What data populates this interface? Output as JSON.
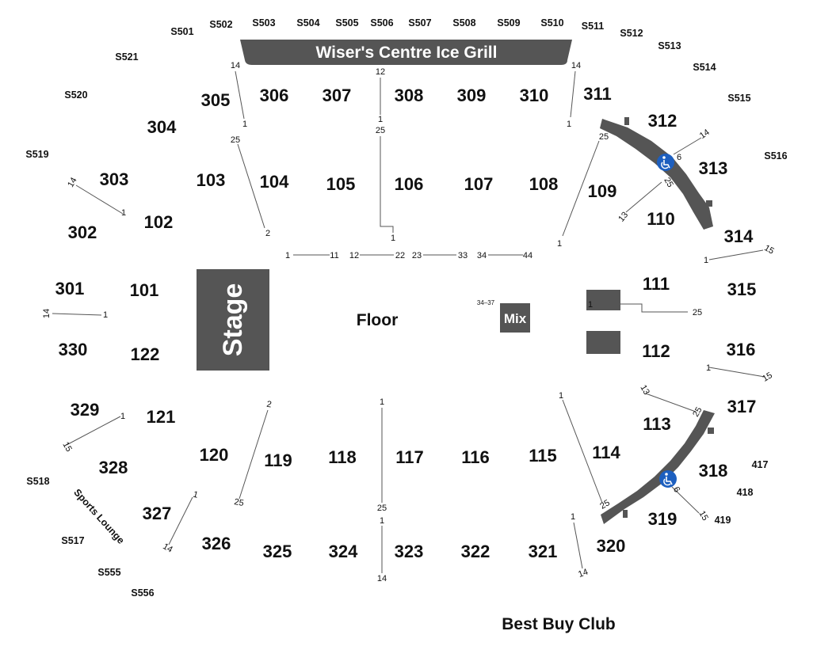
{
  "venue_labels": {
    "grill": "Wiser's Centre Ice Grill",
    "stage": "Stage",
    "floor": "Floor",
    "mix": "Mix",
    "sports_lounge": "Sports Lounge",
    "best_buy_club": "Best Buy Club"
  },
  "colors": {
    "structure": "#555555",
    "text": "#111111",
    "accessible_badge": "#1d5fbf",
    "background": "#ffffff"
  },
  "suites": [
    "S501",
    "S502",
    "S503",
    "S504",
    "S505",
    "S506",
    "S507",
    "S508",
    "S509",
    "S510",
    "S511",
    "S512",
    "S513",
    "S514",
    "S515",
    "S516",
    "S517",
    "S518",
    "S519",
    "S520",
    "S521",
    "S555",
    "S556"
  ],
  "sections_100": [
    "101",
    "102",
    "103",
    "104",
    "105",
    "106",
    "107",
    "108",
    "109",
    "110",
    "111",
    "112",
    "113",
    "114",
    "115",
    "116",
    "117",
    "118",
    "119",
    "120",
    "121",
    "122"
  ],
  "sections_300": [
    "301",
    "302",
    "303",
    "304",
    "305",
    "306",
    "307",
    "308",
    "309",
    "310",
    "311",
    "312",
    "313",
    "314",
    "315",
    "316",
    "317",
    "318",
    "319",
    "320",
    "321",
    "322",
    "323",
    "324",
    "325",
    "326",
    "327",
    "328",
    "329",
    "330"
  ],
  "sections_400": [
    "417",
    "418",
    "419"
  ],
  "row_labels": {
    "r305_14": "14",
    "r305_1": "1",
    "r104_25": "25",
    "r104_2": "2",
    "top_12": "12",
    "mid_1": "1",
    "mid_25": "25",
    "mid_1b": "1",
    "floor_1": "1",
    "floor_11": "11",
    "floor_12": "12",
    "floor_22": "22",
    "floor_23": "23",
    "floor_33": "33",
    "floor_34": "34",
    "floor_44": "44",
    "r311_14": "14",
    "r311_1": "1",
    "r109_25": "25",
    "r109_1": "1",
    "r313_14": "14",
    "r313_6": "6",
    "r110_25": "25",
    "r110_13": "13",
    "r314_1": "1",
    "r314_15": "15",
    "r303_14": "14",
    "r303_1": "1",
    "r301_14": "14",
    "r301_1": "1",
    "r111_1": "1",
    "r111_25": "25",
    "mix_range": "34–37",
    "r316_1": "1",
    "r316_15": "15",
    "r113_13": "13",
    "r113_25": "25",
    "r114_1": "1",
    "r114_25": "25",
    "r318_6": "6",
    "r318_15": "15",
    "r119_2": "2",
    "r119_25": "25",
    "r117_1": "1",
    "r117_25": "25",
    "r323_1": "1",
    "r323_14": "14",
    "r320_1": "1",
    "r320_14": "14",
    "r329_1": "1",
    "r329_15": "15",
    "r327_1": "1",
    "r327_14": "14"
  }
}
